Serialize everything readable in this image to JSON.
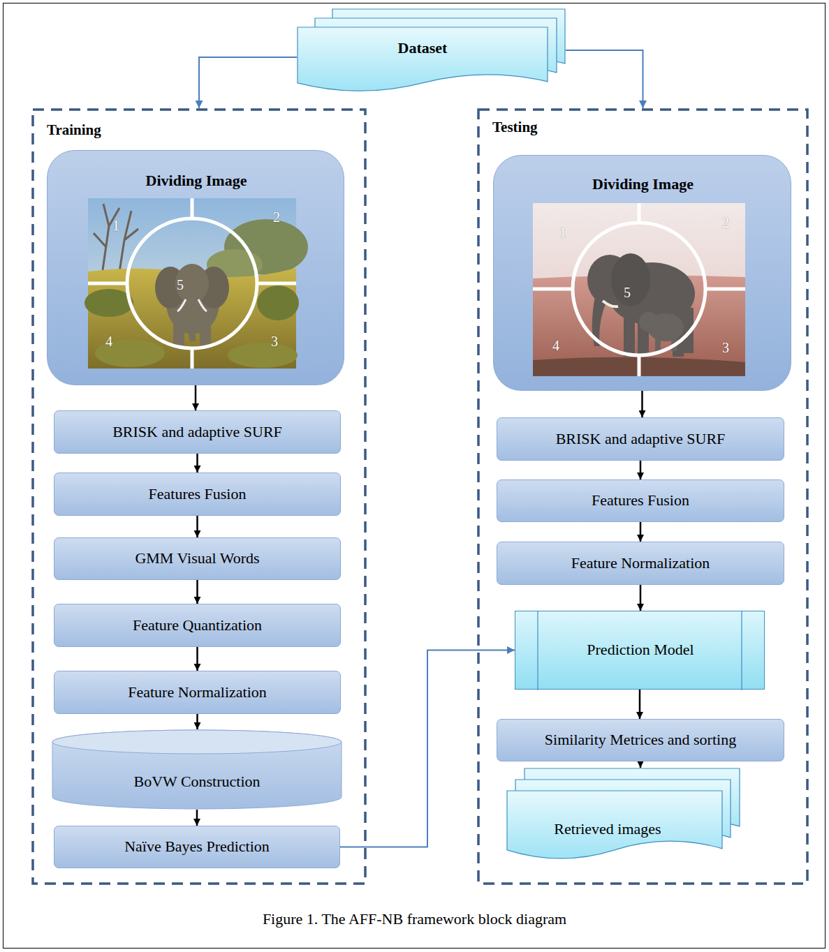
{
  "diagram": {
    "caption": "Figure 1. The AFF-NB framework block diagram",
    "nodes": [
      {
        "text": [
          "Dataset"
        ]
      },
      {
        "text": [
          "Training"
        ]
      },
      {
        "text": [
          "Dividing Image"
        ],
        "in": 1
      },
      {
        "text": [
          "BRISK and adaptive SURF"
        ],
        "in": 1
      },
      {
        "text": [
          "Features Fusion"
        ],
        "in": 1
      },
      {
        "text": [
          "GMM Visual Words"
        ],
        "in": 1
      },
      {
        "text": [
          "Feature Quantization"
        ],
        "in": 1
      },
      {
        "text": [
          "Feature Normalization"
        ],
        "in": 1
      },
      {
        "text": [
          "BoVW Construction"
        ],
        "in": 1
      },
      {
        "text": [
          "Naïve Bayes Prediction"
        ],
        "in": 1
      },
      {
        "text": [
          "Testing"
        ]
      },
      {
        "text": [
          "Dividing Image"
        ],
        "in": 10
      },
      {
        "text": [
          "BRISK and adaptive SURF"
        ],
        "in": 10
      },
      {
        "text": [
          "Features Fusion"
        ],
        "in": 10
      },
      {
        "text": [
          "Feature Normalization"
        ],
        "in": 10
      },
      {
        "text": [
          "Prediction Model"
        ],
        "in": 10
      },
      {
        "text": [
          "Similarity Metrices and sorting"
        ],
        "in": 10
      },
      {
        "text": [
          "Retrieved images"
        ],
        "in": 10
      }
    ],
    "edges": [
      {
        "from": 0,
        "to": 1,
        "arrow": "to"
      },
      {
        "from": 0,
        "to": 10,
        "arrow": "to"
      },
      {
        "from": 2,
        "to": 3,
        "arrow": "to"
      },
      {
        "from": 3,
        "to": 4,
        "arrow": "to"
      },
      {
        "from": 4,
        "to": 5,
        "arrow": "to"
      },
      {
        "from": 5,
        "to": 6,
        "arrow": "to"
      },
      {
        "from": 6,
        "to": 7,
        "arrow": "to"
      },
      {
        "from": 7,
        "to": 8,
        "arrow": "to"
      },
      {
        "from": 8,
        "to": 9,
        "arrow": "to"
      },
      {
        "from": 9,
        "to": 15,
        "arrow": "to"
      },
      {
        "from": 11,
        "to": 12,
        "arrow": "to"
      },
      {
        "from": 12,
        "to": 13,
        "arrow": "to"
      },
      {
        "from": 13,
        "to": 14,
        "arrow": "to"
      },
      {
        "from": 14,
        "to": 15,
        "arrow": "to"
      },
      {
        "from": 15,
        "to": 16,
        "arrow": "to"
      },
      {
        "from": 16,
        "to": 17,
        "arrow": "to"
      }
    ],
    "labels": [
      "1",
      "2",
      "5",
      "4",
      "3",
      "1",
      "2",
      "5",
      "4",
      "3"
    ]
  }
}
